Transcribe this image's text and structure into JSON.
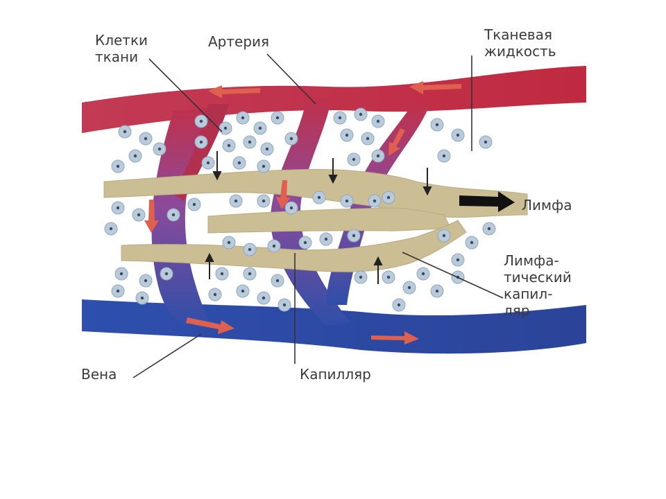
{
  "labels": {
    "tissue_cells": "Клетки\nткани",
    "artery": "Артерия",
    "tissue_fluid": "Тканевая\nжидкость",
    "lymph": "Лимфа",
    "lymph_capillary": "Лимфа-\nтический\nкапил-\nляр",
    "vein": "Вена",
    "capillary": "Капилляр"
  },
  "colors": {
    "artery": "#c0304a",
    "vein": "#2f4fa8",
    "lymph_vessel": "#cbbd94",
    "cell": "#aec3d6",
    "flow_arrow": "#e06050"
  }
}
